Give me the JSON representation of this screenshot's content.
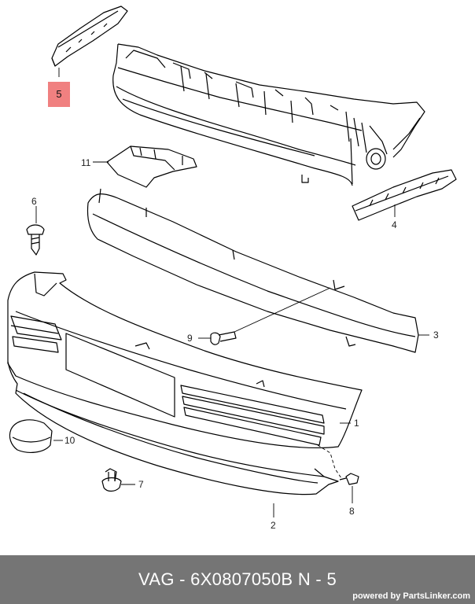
{
  "callouts": {
    "c1": "1",
    "c2": "2",
    "c3": "3",
    "c4": "4",
    "c5": "5",
    "c6": "6",
    "c7": "7",
    "c8": "8",
    "c9": "9",
    "c10": "10",
    "c11": "11"
  },
  "highlight_color": "#f08080",
  "footer": {
    "code": "VAG - 6X0807050B     N - 5",
    "brand": "powered by PartsLinker.com"
  }
}
